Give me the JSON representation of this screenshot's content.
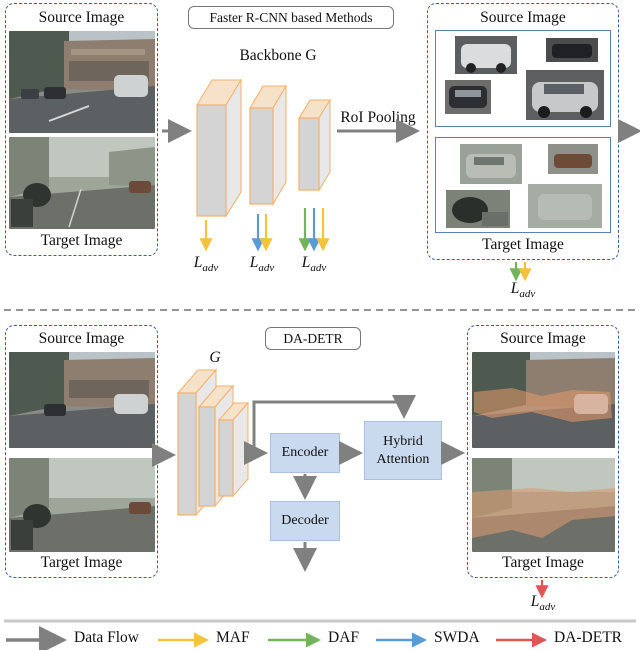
{
  "top_panel": {
    "title": "Faster R-CNN based Methods",
    "left_source_label": "Source Image",
    "left_target_label": "Target Image",
    "backbone_label": "Backbone G",
    "roi_label": "RoI Pooling",
    "right_source_label": "Source Image",
    "right_target_label": "Target Image",
    "loss_script": "L",
    "loss_subscript": "adv"
  },
  "bottom_panel": {
    "title": "DA-DETR",
    "left_source_label": "Source Image",
    "left_target_label": "Target Image",
    "g_label": "G",
    "encoder_label": "Encoder",
    "hybrid_label_line1": "Hybrid",
    "hybrid_label_line2": "Attention",
    "decoder_label": "Decoder",
    "right_source_label": "Source Image",
    "right_target_label": "Target Image",
    "loss_script": "L",
    "loss_subscript": "adv"
  },
  "legend": {
    "items": [
      {
        "label": "Data Flow",
        "color": "#808080"
      },
      {
        "label": "MAF",
        "color": "#f4c23c"
      },
      {
        "label": "DAF",
        "color": "#73b35a"
      },
      {
        "label": "SWDA",
        "color": "#5b9bd5"
      },
      {
        "label": "DA-DETR",
        "color": "#e05555"
      }
    ]
  },
  "colors": {
    "data_flow": "#808080",
    "maf": "#f4c23c",
    "daf": "#73b35a",
    "swda": "#5b9bd5",
    "da_detr": "#e05555",
    "dashed_box": "#3a5f9e",
    "feature_block_fill": "#d4d4d4",
    "feature_block_edge": "#f6b06a",
    "module_fill": "#c9d9ee"
  }
}
